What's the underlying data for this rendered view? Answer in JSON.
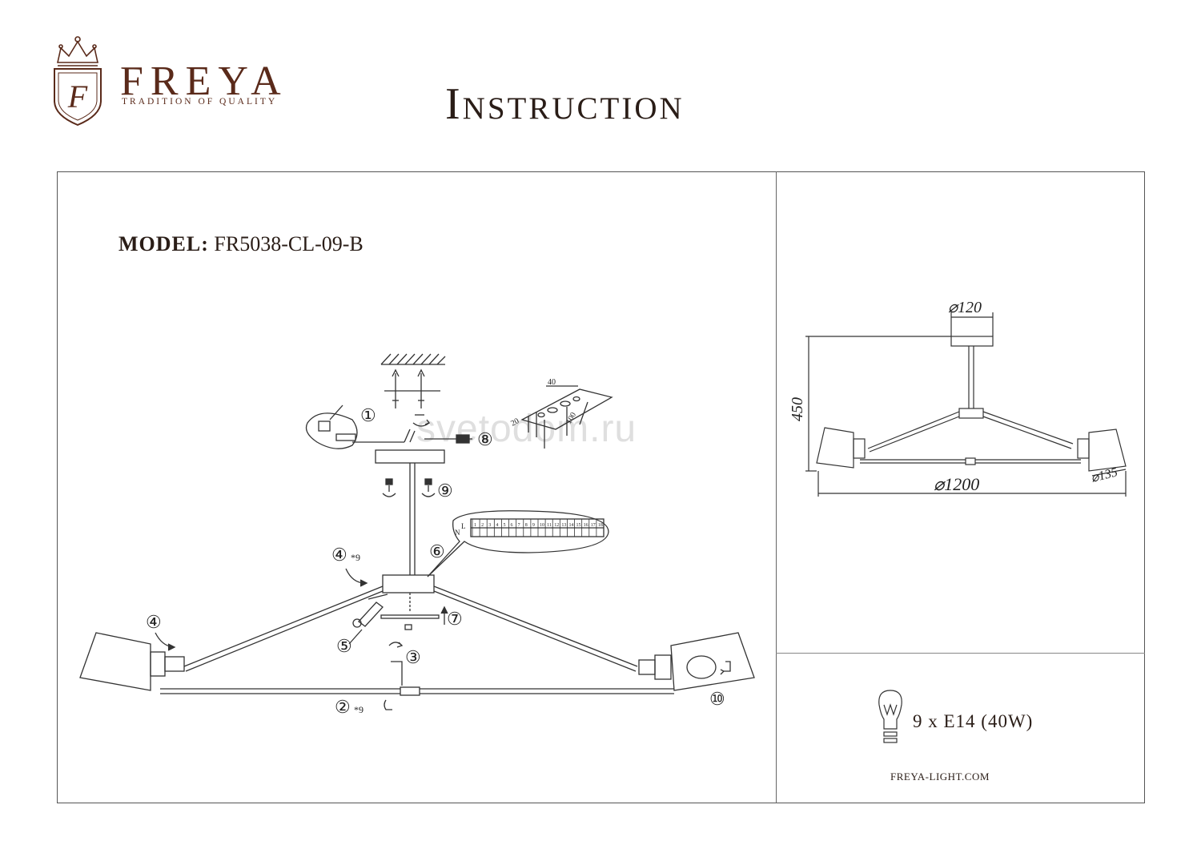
{
  "brand": {
    "name": "FREYA",
    "tagline": "TRADITION OF QUALITY",
    "logo_letter": "F"
  },
  "title": "Instruction",
  "model": {
    "label": "MODEL:",
    "value": "FR5038-CL-09-B"
  },
  "watermark": "svetodom.ru",
  "dimensions": {
    "canopy_diameter": "⌀120",
    "height": "450",
    "span_diameter": "⌀1200",
    "shade_diameter": "⌀135"
  },
  "mounting_plate": {
    "dim_a": "40",
    "dim_b": "20",
    "dim_c": "100"
  },
  "steps": {
    "s1": "①",
    "s2": "②",
    "s2_multiplier": "*9",
    "s3": "③",
    "s4": "④",
    "s4_multiplier": "*9",
    "s5": "⑤",
    "s6": "⑥",
    "s7": "⑦",
    "s8": "⑧",
    "s9": "⑨",
    "s10": "⑩"
  },
  "hole_table": {
    "row_label_l": "L",
    "row_label_n": "N",
    "columns": [
      "1",
      "2",
      "3",
      "4",
      "5",
      "6",
      "7",
      "8",
      "9",
      "10",
      "11",
      "12",
      "13",
      "14",
      "15",
      "16",
      "17",
      "18"
    ]
  },
  "bulb_spec": "9 x E14 (40W)",
  "website": "FREYA-LIGHT.COM",
  "colors": {
    "brand": "#5a2a1a",
    "text": "#2a1d17",
    "lines": "#333333"
  }
}
